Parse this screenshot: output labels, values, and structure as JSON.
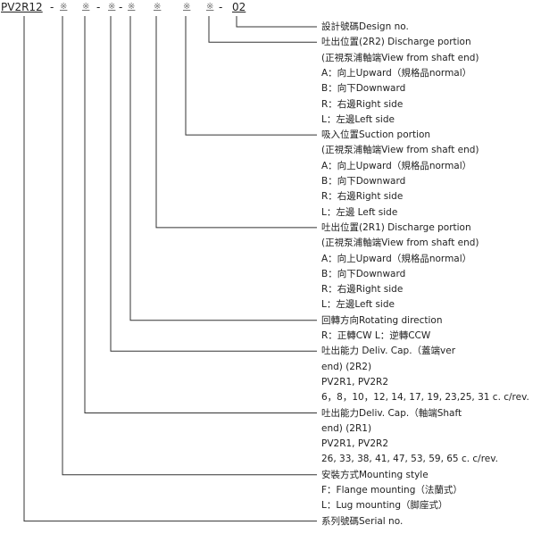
{
  "code": {
    "prefix": "PV2R12",
    "segments": [
      "-",
      "※",
      "※",
      "-",
      "※",
      "-",
      "※",
      "※",
      "※",
      "※",
      "-",
      "02"
    ]
  },
  "lines": [
    "設計號碼Design no.",
    "吐出位置(2R2) Discharge portion",
    "(正視泵浦軸端View from shaft end)",
    "A：向上Upward（規格品normal）",
    "B：向下Downward",
    "R：右邊Right side",
    "L：左邊Left side",
    "吸入位置Suction portion",
    "(正視泵浦軸端View from shaft end)",
    "A：向上Upward（規格品normal）",
    "B：向下Downward",
    "R：右邊Right side",
    "L：左邊 Left side",
    "吐出位置(2R1) Discharge portion",
    "(正視泵浦軸端View from shaft end)",
    "A：向上Upward（規格品normal）",
    "B：向下Downward",
    "R：右邊Right side",
    "L：左邊Left side",
    "回轉方向Rotating direction",
    "R：正轉CW  L：逆轉CCW",
    "吐出能力 Deliv. Cap.（蓋端ver",
    "end) (2R2)",
    "PV2R1, PV2R2",
    "6，8，10，12, 14, 17, 19, 23,25, 31  c. c/rev.",
    "吐出能力Deliv. Cap.（軸端Shaft",
    "end) (2R1)",
    "PV2R1, PV2R2",
    "26, 33, 38, 41, 47, 53, 59, 65  c. c/rev.",
    "安裝方式Mounting style",
    "F：Flange mounting（法蘭式）",
    "L：Lug mounting（脚座式）",
    "系列號碼Serial no."
  ]
}
